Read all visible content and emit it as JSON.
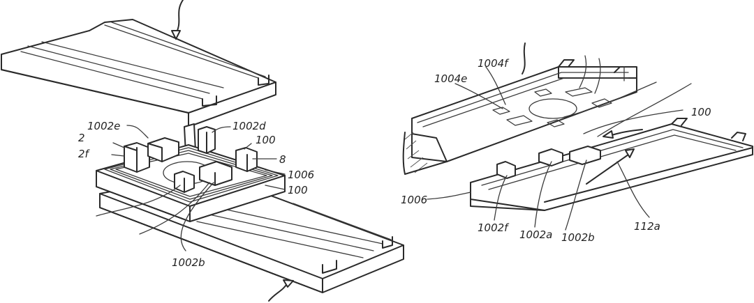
{
  "figure": {
    "left_view": {
      "labels": {
        "a": "2",
        "b": "1002e",
        "c": "1002d",
        "d": "2f",
        "e": "100",
        "f": "8",
        "g": "1006",
        "h": "100",
        "i": "1002b"
      }
    },
    "right_view": {
      "labels": {
        "a": "1004f",
        "b": "1004e",
        "c": "100",
        "d": "1006",
        "e": "1002f",
        "f": "1002a",
        "g": "1002b",
        "h": "112a"
      }
    }
  }
}
